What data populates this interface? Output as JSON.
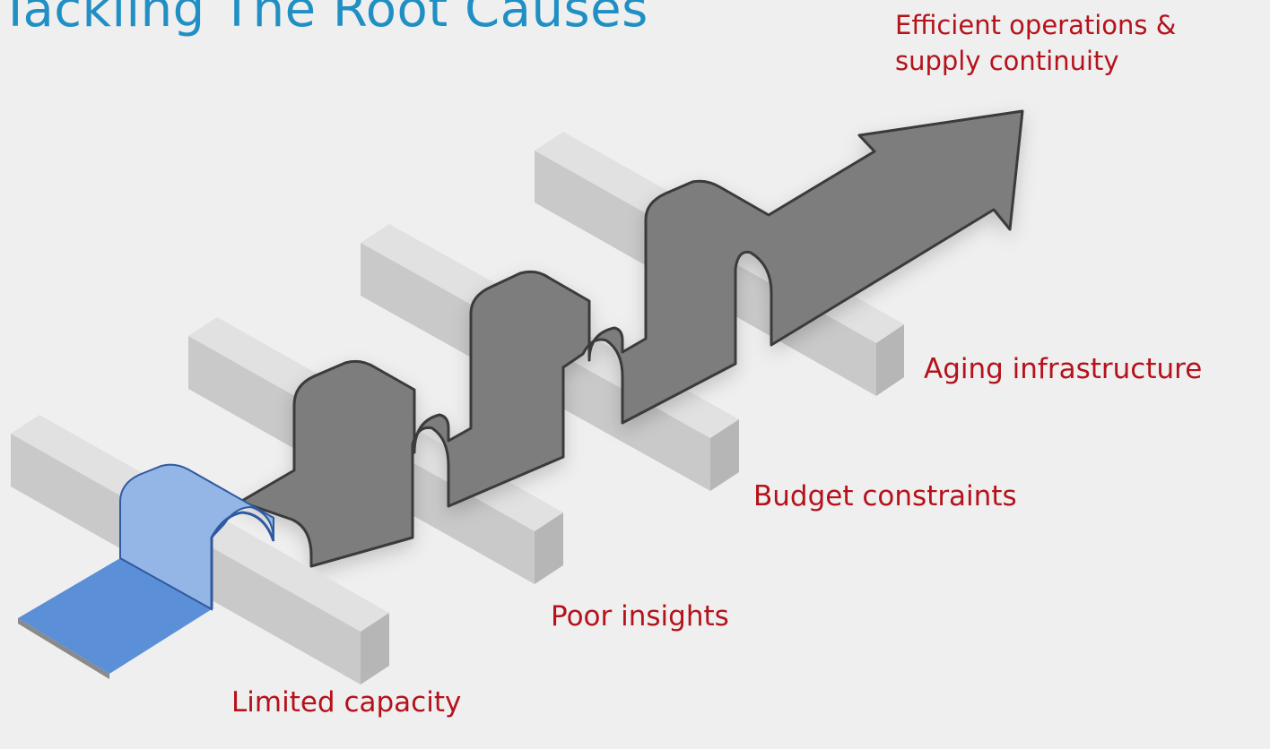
{
  "title": "Tackling The Root Causes",
  "goal": {
    "line1": "Efficient operations &",
    "line2": "supply continuity"
  },
  "barriers": [
    {
      "label": "Limited capacity"
    },
    {
      "label": "Poor insights"
    },
    {
      "label": "Budget constraints"
    },
    {
      "label": "Aging infrastructure"
    }
  ],
  "colors": {
    "title": "#1f8fc4",
    "label": "#b5121b",
    "arrow": "#7d7d7d",
    "arrow_edge": "#3a3a3a",
    "start_segment": "#5b8fd8",
    "start_segment_light": "#93b6e6",
    "barrier_top": "#dcdcdc",
    "barrier_side": "#c4c4c4",
    "background": "#efefef"
  }
}
